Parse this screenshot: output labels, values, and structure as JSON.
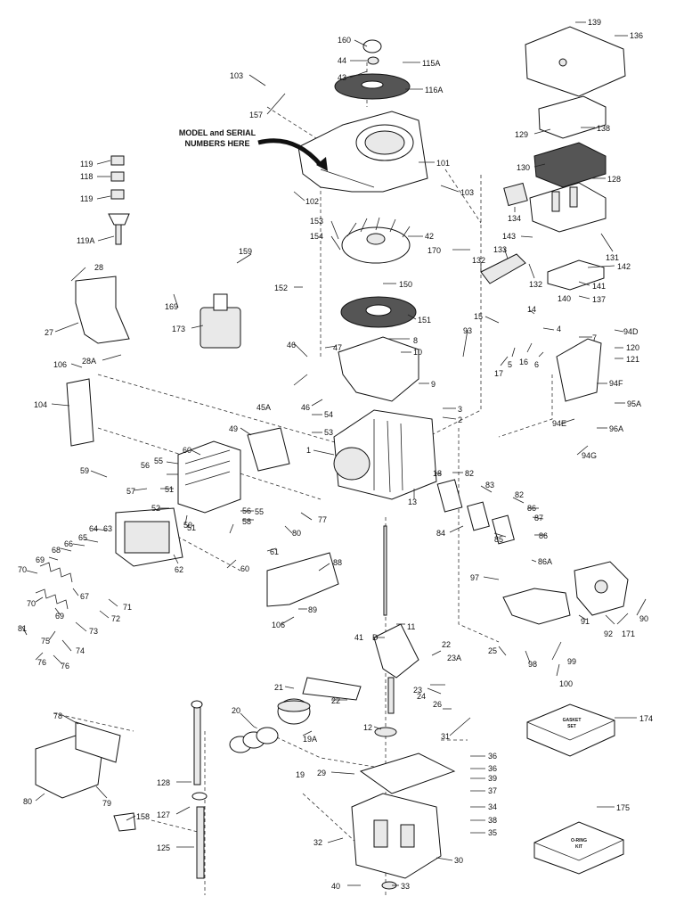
{
  "note": {
    "line1": "MODEL and SERIAL",
    "line2": "NUMBERS HERE"
  },
  "boxes": {
    "gasket_set": [
      "GASKET",
      "SET"
    ],
    "oring_kit": [
      "O-RING",
      "KIT"
    ]
  },
  "labels": {
    "l160": "160",
    "l44": "44",
    "l43": "43",
    "l115A": "115A",
    "l116A": "116A",
    "l103a": "103",
    "l157": "157",
    "l101": "101",
    "l103b": "103",
    "l102": "102",
    "l139": "139",
    "l136": "136",
    "l129": "129",
    "l138": "138",
    "l130": "130",
    "l128": "128",
    "l134": "134",
    "l143": "143",
    "l133": "133",
    "l131": "131",
    "l170": "170",
    "l132a": "132",
    "l132b": "132",
    "l142": "142",
    "l140": "140",
    "l141": "141",
    "l137": "137",
    "l119a": "119",
    "l118": "118",
    "l119b": "119",
    "l119A": "119A",
    "l153": "153",
    "l154": "154",
    "l42": "42",
    "l159": "159",
    "l28": "28",
    "l27": "27",
    "l28A": "28A",
    "l169": "169",
    "l173": "173",
    "l152": "152",
    "l150": "150",
    "l151": "151",
    "l106a": "106",
    "l104": "104",
    "l46a": "46",
    "l47": "47",
    "l45A": "45A",
    "l46b": "46",
    "l8": "8",
    "l10": "10",
    "l9": "9",
    "l15": "15",
    "l14": "14",
    "l93": "93",
    "l4": "4",
    "l17": "17",
    "l5": "5",
    "l16": "16",
    "l6": "6",
    "l7": "7",
    "l94D": "94D",
    "l120": "120",
    "l121": "121",
    "l94F": "94F",
    "l95A": "95A",
    "l94E": "94E",
    "l96A": "96A",
    "l94G": "94G",
    "l49": "49",
    "l54": "54",
    "l53": "53",
    "l3": "3",
    "l2": "2",
    "l1": "1",
    "l60": "60",
    "l55a": "55",
    "l56a": "56",
    "l51a": "51",
    "l59": "59",
    "l57": "57",
    "l52": "52",
    "l55b": "55",
    "l56b": "56",
    "l58": "58",
    "l51b": "51",
    "l18": "18",
    "l82a": "82",
    "l13": "13",
    "l83": "83",
    "l82b": "82",
    "l86a": "86",
    "l87": "87",
    "l84": "84",
    "l85": "85",
    "l86b": "86",
    "l64": "64",
    "l63": "63",
    "l65": "65",
    "l66": "66",
    "l68": "68",
    "l70a": "70",
    "l69": "69",
    "l62": "62",
    "l88": "88",
    "l61": "61",
    "l60b": "60",
    "l80a": "80",
    "l77": "77",
    "l50": "50",
    "l67": "67",
    "l70b": "70",
    "l69b": "69",
    "l71": "71",
    "l72": "72",
    "l73": "73",
    "l74": "74",
    "l75": "75",
    "l76a": "76",
    "l76b": "76",
    "l81": "81",
    "l106b": "106",
    "l89": "89",
    "l97": "97",
    "l86A": "86A",
    "l41": "41",
    "lD": "D",
    "l11": "11",
    "l22a": "22",
    "l23A": "23A",
    "l23": "23",
    "l24": "24",
    "l25": "25",
    "l98": "98",
    "l99": "99",
    "l100": "100",
    "l91": "91",
    "l92": "92",
    "l171": "171",
    "l90": "90",
    "l21": "21",
    "l22b": "22",
    "l26": "26",
    "l31": "31",
    "l20": "20",
    "l19A": "19A",
    "l19": "19",
    "l12": "12",
    "l174": "174",
    "l78": "78",
    "l79": "79",
    "l80b": "80",
    "l128b": "128",
    "l127": "127",
    "l125": "125",
    "l158": "158",
    "l29": "29",
    "l36a": "36",
    "l36b": "36",
    "l39": "39",
    "l37": "37",
    "l34": "34",
    "l38": "38",
    "l35": "35",
    "l175": "175",
    "l32": "32",
    "l30": "30",
    "l40": "40",
    "l33": "33"
  }
}
